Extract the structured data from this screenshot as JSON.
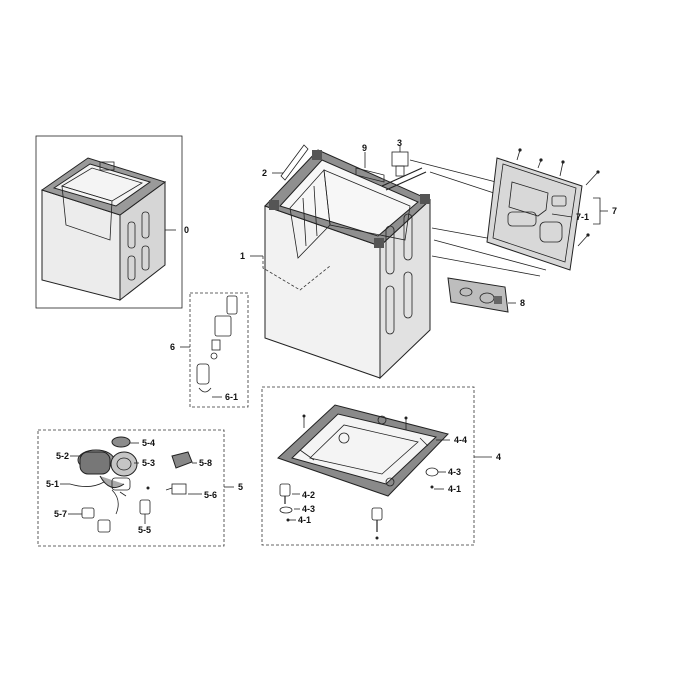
{
  "labels": {
    "l0": "0",
    "l1": "1",
    "l2": "2",
    "l3": "3",
    "l4": "4",
    "l4_1a": "4-1",
    "l4_1b": "4-1",
    "l4_2": "4-2",
    "l4_3a": "4-3",
    "l4_3b": "4-3",
    "l4_4": "4-4",
    "l5": "5",
    "l5_1": "5-1",
    "l5_2": "5-2",
    "l5_3": "5-3",
    "l5_4": "5-4",
    "l5_5": "5-5",
    "l5_6": "5-6",
    "l5_7": "5-7",
    "l5_8": "5-8",
    "l6": "6",
    "l6_1": "6-1",
    "l7": "7",
    "l7_1": "7-1",
    "l8": "8",
    "l9": "9"
  },
  "colors": {
    "line": "#222222",
    "fill_light": "#e6e6e6",
    "fill_mid": "#bdbdbd",
    "fill_dark": "#6b6b6b"
  }
}
